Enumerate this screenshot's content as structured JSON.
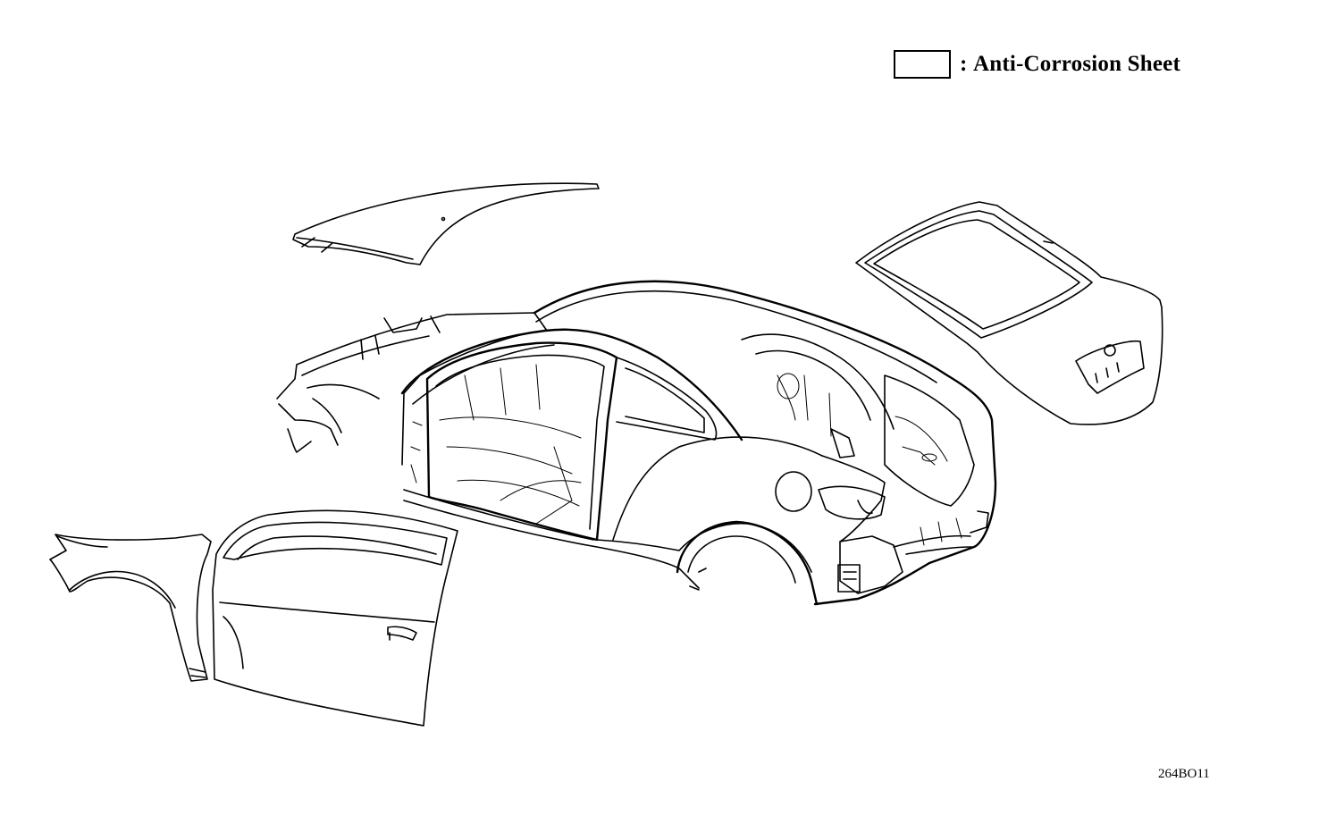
{
  "legend": {
    "separator": ":",
    "label": "Anti-Corrosion Sheet"
  },
  "figure_code": "264BO11",
  "parts": [
    {
      "id": "hood",
      "icon": "hood-panel-icon"
    },
    {
      "id": "body-shell",
      "icon": "car-body-shell-icon"
    },
    {
      "id": "trunk-lid",
      "icon": "trunk-lid-icon"
    },
    {
      "id": "front-fender",
      "icon": "front-fender-icon"
    },
    {
      "id": "front-door",
      "icon": "front-door-icon"
    }
  ]
}
